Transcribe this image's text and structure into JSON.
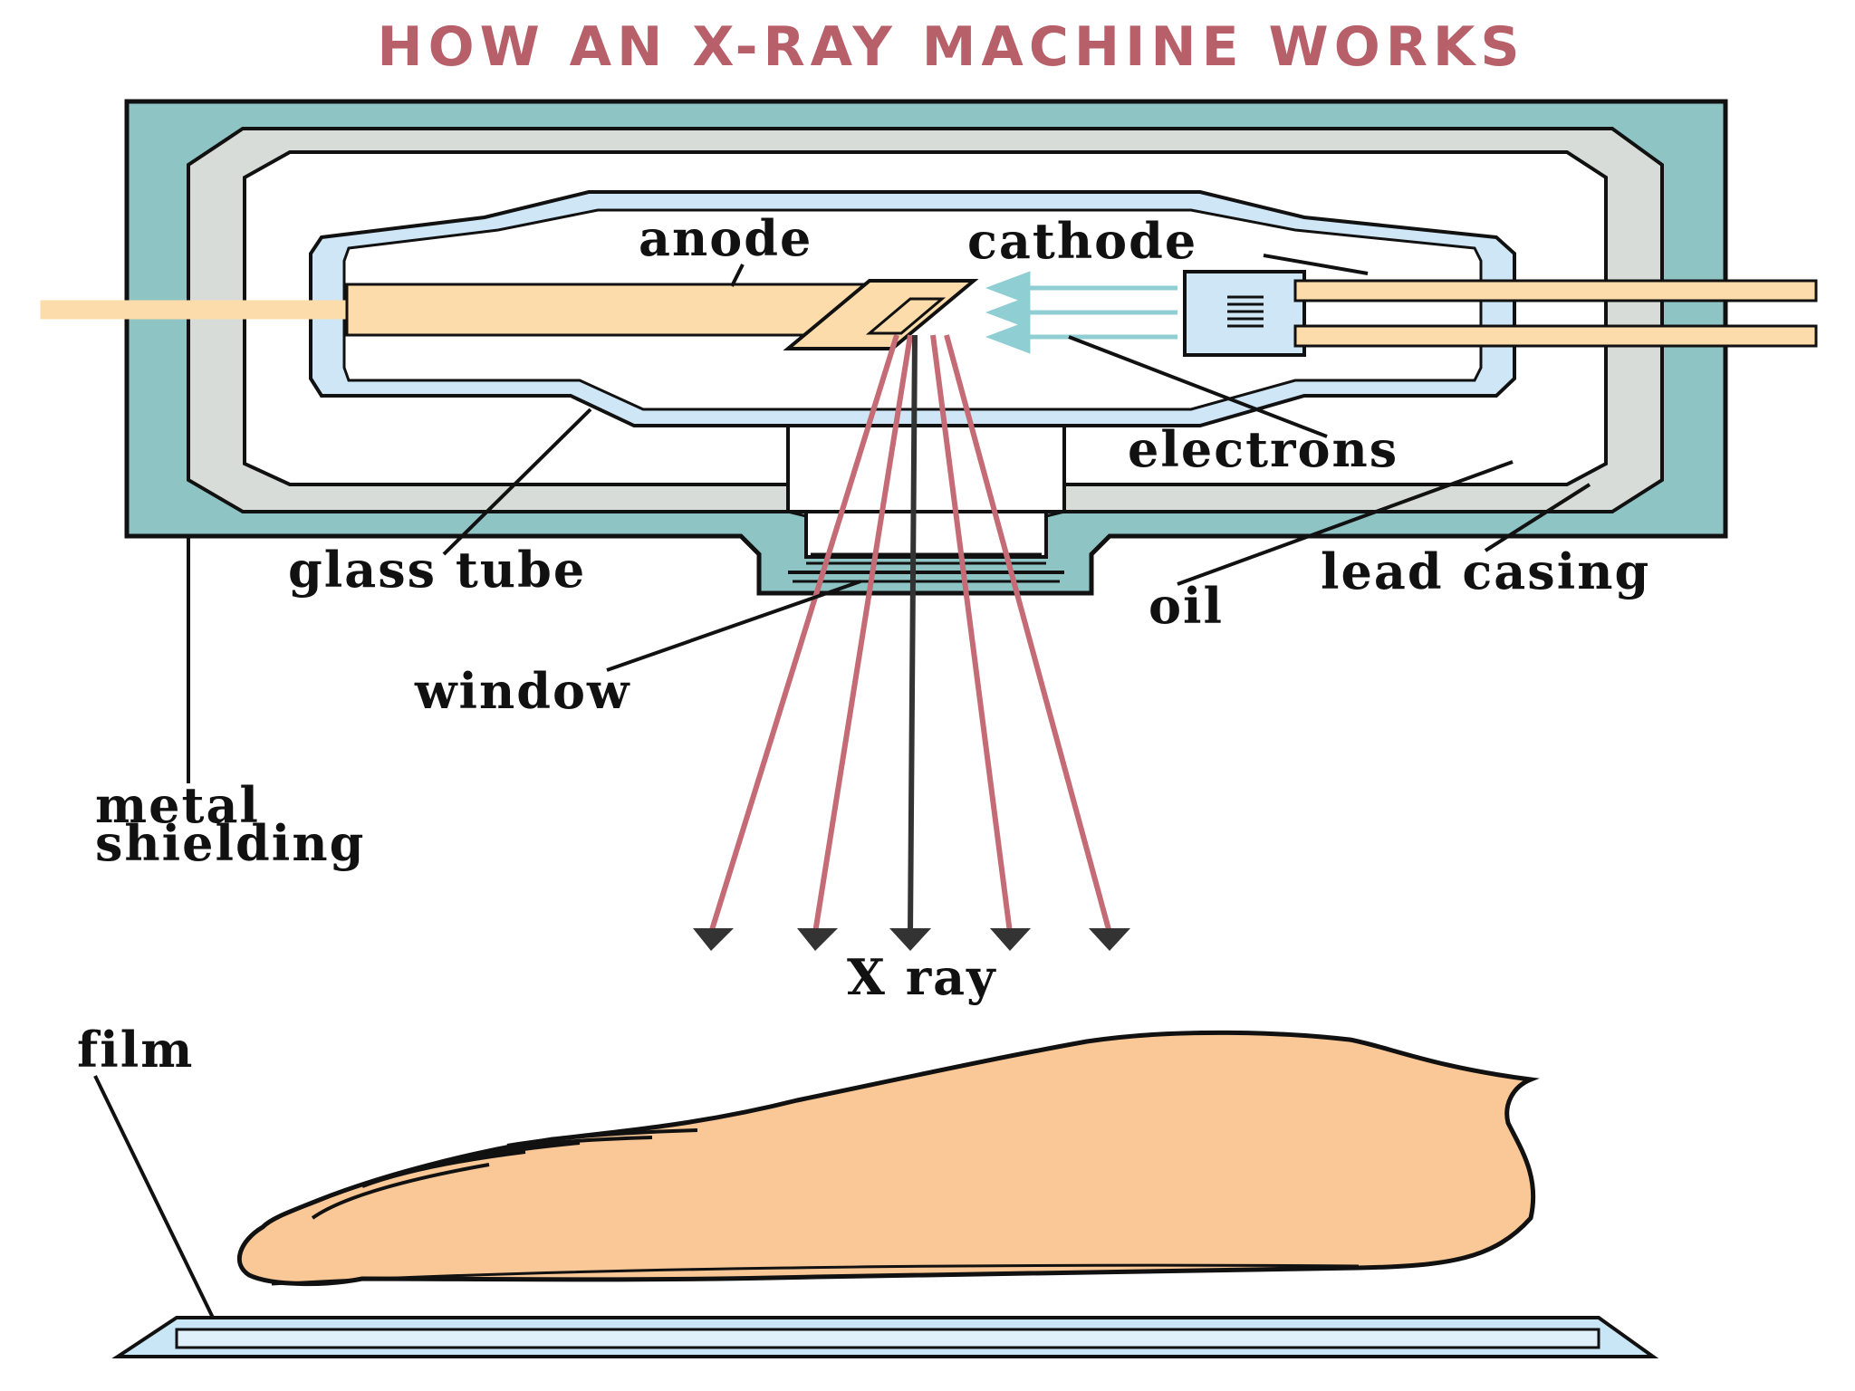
{
  "title": "HOW AN X-RAY MACHINE WORKS",
  "labels": {
    "anode": "anode",
    "cathode": "cathode",
    "electrons": "electrons",
    "glass_tube": "glass tube",
    "oil": "oil",
    "lead_casing": "lead casing",
    "window": "window",
    "metal_shielding_line1": "metal",
    "metal_shielding_line2": "shielding",
    "x_ray": "X ray",
    "film": "film"
  },
  "colors": {
    "metal_shielding": "#8fc4c4",
    "lead_casing": "#d8dcd8",
    "glass_tube": "#cfe6f6",
    "anode": "#fbdcaa",
    "electrons": "#8fcfd4",
    "x_ray": "#c46b76",
    "foot": "#f9c896",
    "film": "#c8e6f6",
    "title": "#b8606a"
  }
}
